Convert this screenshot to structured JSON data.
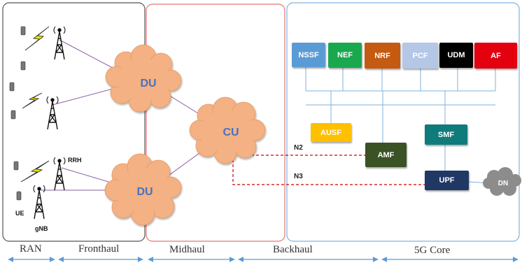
{
  "segments": {
    "ran": "RAN",
    "fronthaul": "Fronthaul",
    "midhaul": "Midhaul",
    "backhaul": "Backhaul",
    "core": "5G Core"
  },
  "nodes": {
    "du_top": "DU",
    "du_bottom": "DU",
    "cu": "CU",
    "rrh": "RRH",
    "ue": "UE",
    "gnb": "gNB",
    "dn": "DN"
  },
  "interfaces": {
    "n2": "N2",
    "n3": "N3"
  },
  "core_functions": {
    "nssf": "NSSF",
    "nef": "NEF",
    "nrf": "NRF",
    "pcf": "PCF",
    "udm": "UDM",
    "af": "AF",
    "ausf": "AUSF",
    "amf": "AMF",
    "smf": "SMF",
    "upf": "UPF"
  },
  "colors": {
    "nssf": "#5b9bd5",
    "nef": "#1aa84f",
    "nrf": "#c55a11",
    "pcf": "#b4c7e7",
    "udm": "#000000",
    "af": "#e3000f",
    "ausf": "#ffc000",
    "amf": "#3a5224",
    "smf": "#0f7b7b",
    "upf": "#1f3864",
    "dn": "#8c8c8c",
    "cloud": "#f4b183",
    "link": "#8e5ea2",
    "n_link": "#d00000",
    "arrow": "#5b9bd5"
  }
}
